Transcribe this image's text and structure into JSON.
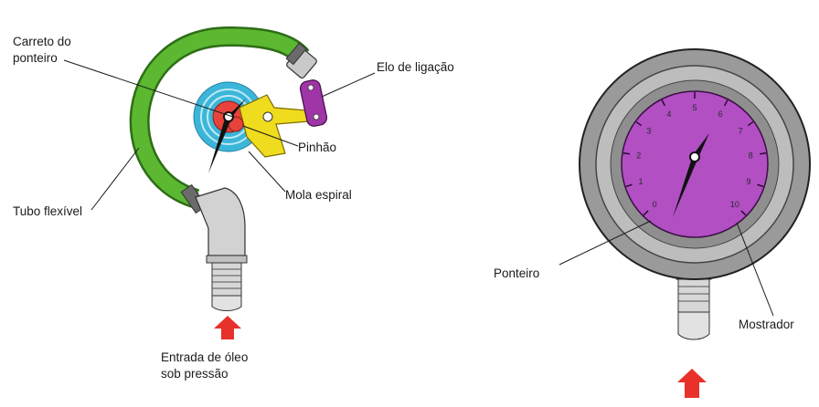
{
  "labels": {
    "carreto_line1": "Carreto do",
    "carreto_line2": "ponteiro",
    "elo": "Elo de ligação",
    "pinhao": "Pinhão",
    "mola": "Mola espiral",
    "tubo": "Tubo flexível",
    "entrada_line1": "Entrada de óleo",
    "entrada_line2": "sob pressão",
    "ponteiro": "Ponteiro",
    "mostrador": "Mostrador"
  },
  "dial_numbers": [
    "0",
    "1",
    "2",
    "3",
    "4",
    "5",
    "6",
    "7",
    "8",
    "9",
    "10"
  ],
  "colors": {
    "tube_green": "#5bb830",
    "tube_outline": "#2e6d17",
    "connector_gray": "#c9c9c9",
    "link_purple": "#a035a8",
    "sector_yellow": "#f0dc1e",
    "spring_blue": "#3bb6d8",
    "gear_red": "#e8433a",
    "dial_magenta": "#b14fc3",
    "bezel_gray": "#9a9a9a",
    "arrow_red": "#e8312a"
  }
}
